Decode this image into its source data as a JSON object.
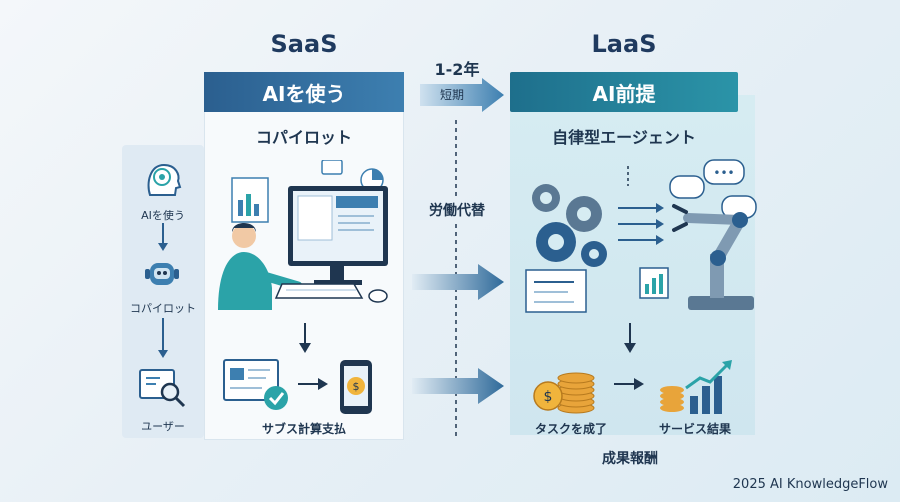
{
  "saas": {
    "title": "SaaS",
    "header": "AIを使う",
    "subtitle": "コパイロット",
    "bottom_label": "サブス計算支払"
  },
  "laas": {
    "title": "LaaS",
    "header": "AI前提",
    "subtitle": "自律型エージェント",
    "left_label": "タスクを成了",
    "right_label": "サービス結果",
    "bottom_label": "成果報酬"
  },
  "middle": {
    "period": "1-2年",
    "period_sub": "短期",
    "label_labor": "労働代替"
  },
  "strip": {
    "items": [
      "AIを使う",
      "コパイロット",
      "ユーザー"
    ]
  },
  "colors": {
    "saas_header": "#2b5f8f",
    "laas_header": "#1e6f8c",
    "arrow": "#2f6a9a"
  },
  "footer": "2025 AI KnowledgeFlow"
}
